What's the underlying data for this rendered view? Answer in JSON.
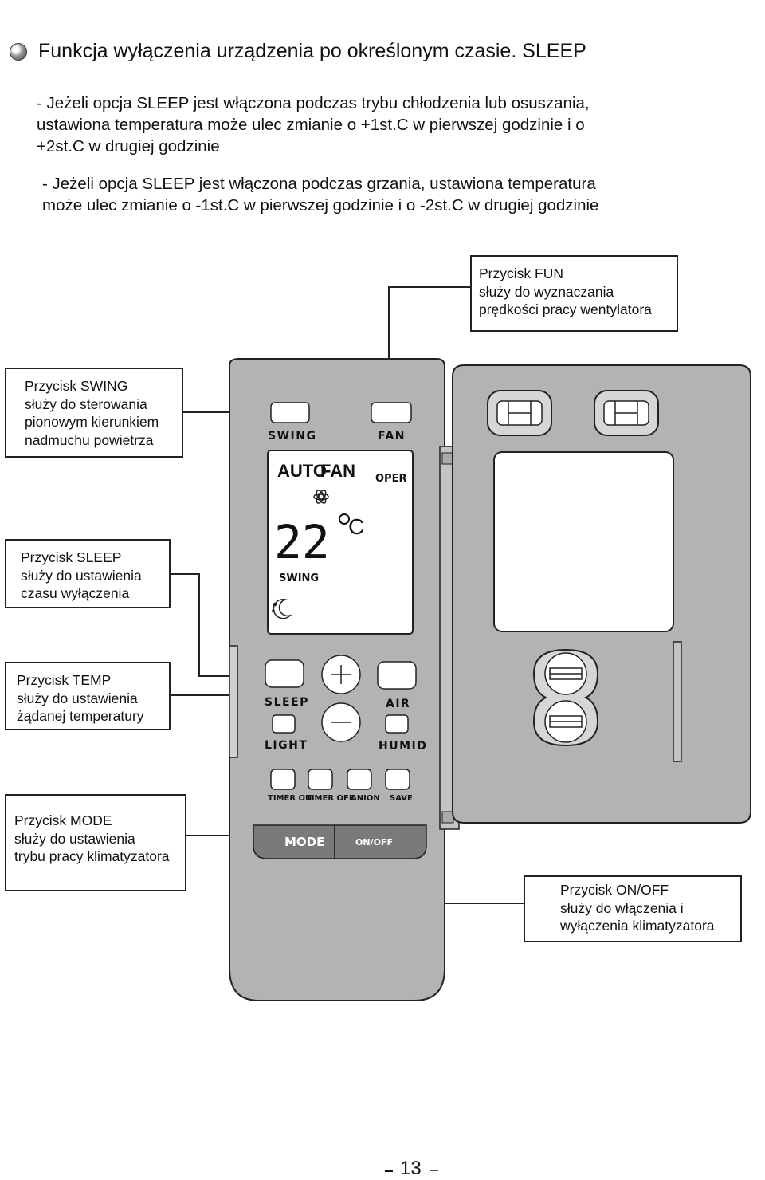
{
  "heading": "Funkcja wyłączenia urządzenia po określonym czasie. SLEEP",
  "para1": [
    "- Jeżeli opcja SLEEP jest włączona podczas trybu chłodzenia lub osuszania,",
    "ustawiona temperatura może ulec zmianie o +1st.C w pierwszej godzinie i o",
    "+2st.C w drugiej godzinie"
  ],
  "para2": [
    "- Jeżeli opcja SLEEP jest włączona podczas grzania, ustawiona temperatura",
    "może ulec zmianie o -1st.C w pierwszej godzinie i o -2st.C w drugiej godzinie"
  ],
  "callouts": {
    "fun": [
      "Przycisk FUN",
      "służy do wyznaczania",
      "prędkości pracy wentylatora"
    ],
    "swing": [
      "Przycisk SWING",
      "służy do sterowania",
      "pionowym kierunkiem",
      "nadmuchu powietrza"
    ],
    "sleep": [
      "Przycisk SLEEP",
      "służy do ustawienia",
      "czasu wyłączenia"
    ],
    "temp": [
      "Przycisk TEMP",
      "służy do ustawienia",
      "żądanej temperatury"
    ],
    "mode": [
      "Przycisk MODE",
      "służy do ustawienia",
      "trybu pracy klimatyzatora"
    ],
    "onoff": [
      "Przycisk ON/OFF",
      "służy do włączenia i",
      "wyłączenia klimatyzatora"
    ]
  },
  "remote": {
    "swing": "SWING",
    "fan": "FAN",
    "display_auto": "AUTO",
    "display_fan": "FAN",
    "display_oper": "OPER",
    "display_temp": "22",
    "display_unit": "C",
    "display_swing": "SWING",
    "sleep": "SLEEP",
    "air": "AIR",
    "light": "LIGHT",
    "humid": "HUMID",
    "timer_on": "TIMER ON",
    "timer_off": "TIMER OFF",
    "anion": "ANION",
    "save": "SAVE",
    "mode": "MODE",
    "onoff": "ON/OFF"
  },
  "page_number": "13"
}
